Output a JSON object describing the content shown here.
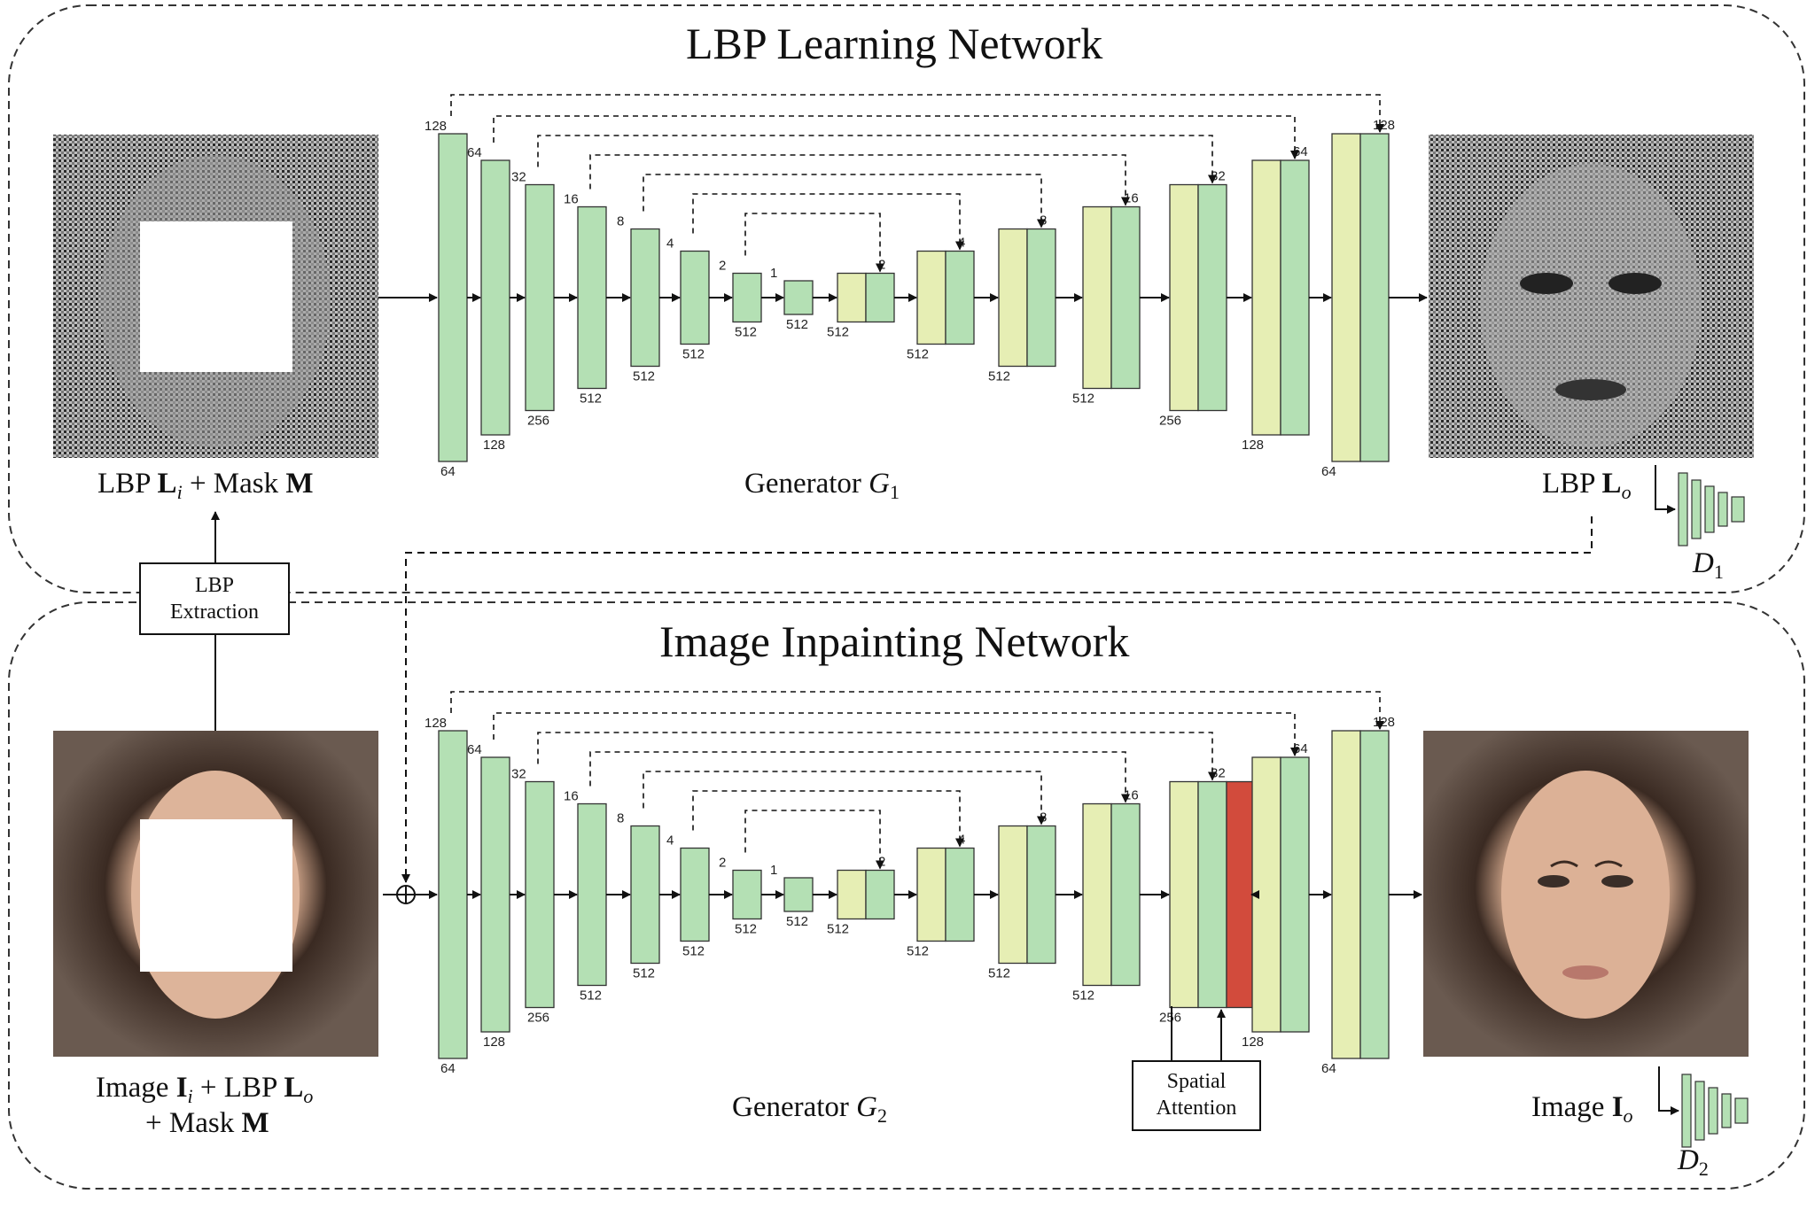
{
  "top_panel": {
    "title": "LBP Learning Network",
    "input_caption": {
      "prefix": "LBP ",
      "bold": "L",
      "sub": "i",
      "middle": " + Mask ",
      "bold2": "M"
    },
    "generator_caption": {
      "prefix": "Generator ",
      "italic": "G",
      "sub": "1"
    },
    "output_caption": {
      "prefix": "LBP ",
      "bold": "L",
      "sub": "o"
    },
    "discriminator": {
      "italic": "D",
      "sub": "1"
    },
    "encoder_top_labels": [
      "128",
      "64",
      "32",
      "16",
      "8",
      "4",
      "2",
      "1"
    ],
    "encoder_bottom_labels": [
      "64",
      "128",
      "256",
      "512",
      "512",
      "512",
      "512",
      "512"
    ],
    "decoder_top_labels": [
      "2",
      "4",
      "8",
      "16",
      "32",
      "64",
      "128"
    ],
    "decoder_bottom_labels": [
      "512",
      "512",
      "512",
      "512",
      "256",
      "128",
      "64"
    ]
  },
  "extraction_box": {
    "line1": "LBP",
    "line2": "Extraction"
  },
  "bottom_panel": {
    "title": "Image Inpainting Network",
    "input_caption": {
      "prefix": "Image ",
      "bold": "I",
      "sub": "i",
      "middle": " + LBP ",
      "bold2": "L",
      "sub2": "o",
      "line2_prefix": "+ Mask ",
      "line2_bold": "M"
    },
    "generator_caption": {
      "prefix": "Generator ",
      "italic": "G",
      "sub": "2"
    },
    "output_caption": {
      "prefix": "Image ",
      "bold": "I",
      "sub": "o"
    },
    "discriminator": {
      "italic": "D",
      "sub": "2"
    },
    "attention_box": {
      "line1": "Spatial",
      "line2": "Attention"
    },
    "encoder_top_labels": [
      "128",
      "64",
      "32",
      "16",
      "8",
      "4",
      "2",
      "1"
    ],
    "encoder_bottom_labels": [
      "64",
      "128",
      "256",
      "512",
      "512",
      "512",
      "512",
      "512"
    ],
    "decoder_top_labels": [
      "2",
      "4",
      "8",
      "16",
      "32",
      "64",
      "128"
    ],
    "decoder_bottom_labels": [
      "512",
      "512",
      "512",
      "512",
      "256",
      "128",
      "64"
    ]
  },
  "colors": {
    "encoder_green": "#b4e0b4",
    "decoder_yellow": "#e6eeb4",
    "attention_red": "#d24b3c",
    "line": "#111111"
  }
}
